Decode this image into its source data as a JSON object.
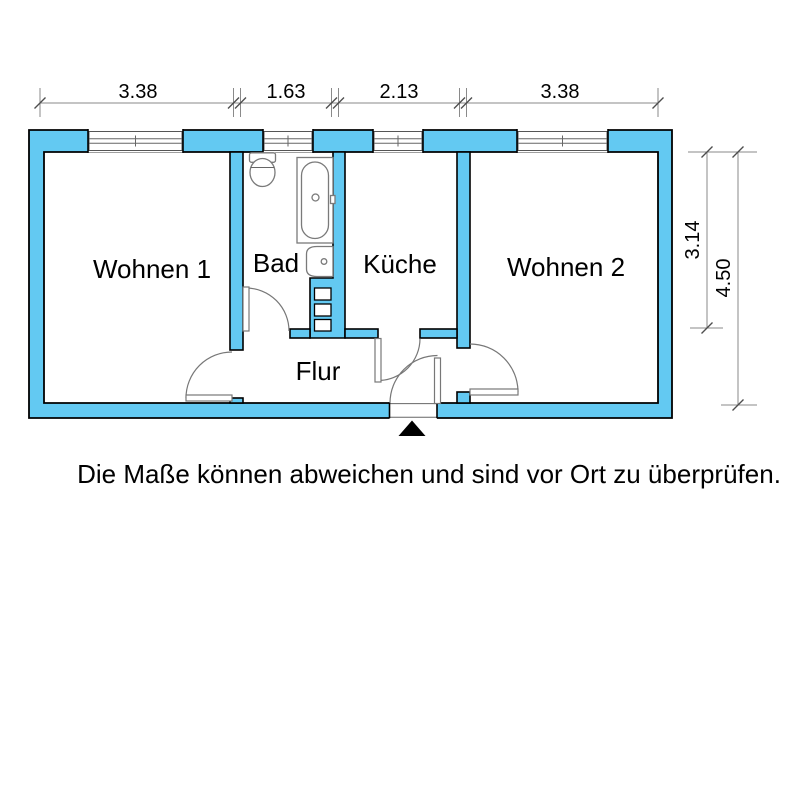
{
  "floor_plan": {
    "rooms": [
      {
        "label": "Wohnen 1"
      },
      {
        "label": "Bad"
      },
      {
        "label": "Küche"
      },
      {
        "label": "Wohnen 2"
      },
      {
        "label": "Flur"
      }
    ],
    "top_dimensions": [
      "3.38",
      "1.63",
      "2.13",
      "3.38"
    ],
    "right_dimensions": [
      "3.14",
      "4.50"
    ],
    "note": "Die Maße können abweichen und sind vor Ort zu überprüfen.",
    "colors": {
      "wall_fill": "#63c9f2",
      "wall_outline": "#000000",
      "line_gray": "#7a7a7a",
      "text": "#000000"
    }
  }
}
